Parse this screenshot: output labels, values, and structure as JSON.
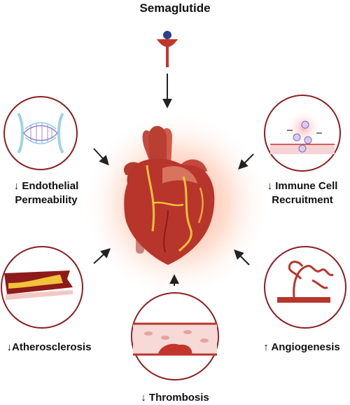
{
  "title": "Semaglutide",
  "effects": {
    "endothelial": {
      "line1": "↓ Endothelial",
      "line2": "Permeability"
    },
    "immune": {
      "line1": "↓ Immune Cell",
      "line2": "Recruitment"
    },
    "atherosclerosis": {
      "label": "↓Atherosclerosis"
    },
    "angiogenesis": {
      "label": "↑ Angiogenesis"
    },
    "thrombosis": {
      "label": "↓ Thrombosis"
    }
  },
  "colors": {
    "circle_border": "#8b1f24",
    "heart": "#b8352c",
    "glow": "#ff6a3d",
    "vessel": "#8e1a1a",
    "plaque": "#f2c23a",
    "receptor": "#c3352b",
    "drug": "#2d3f8f"
  }
}
